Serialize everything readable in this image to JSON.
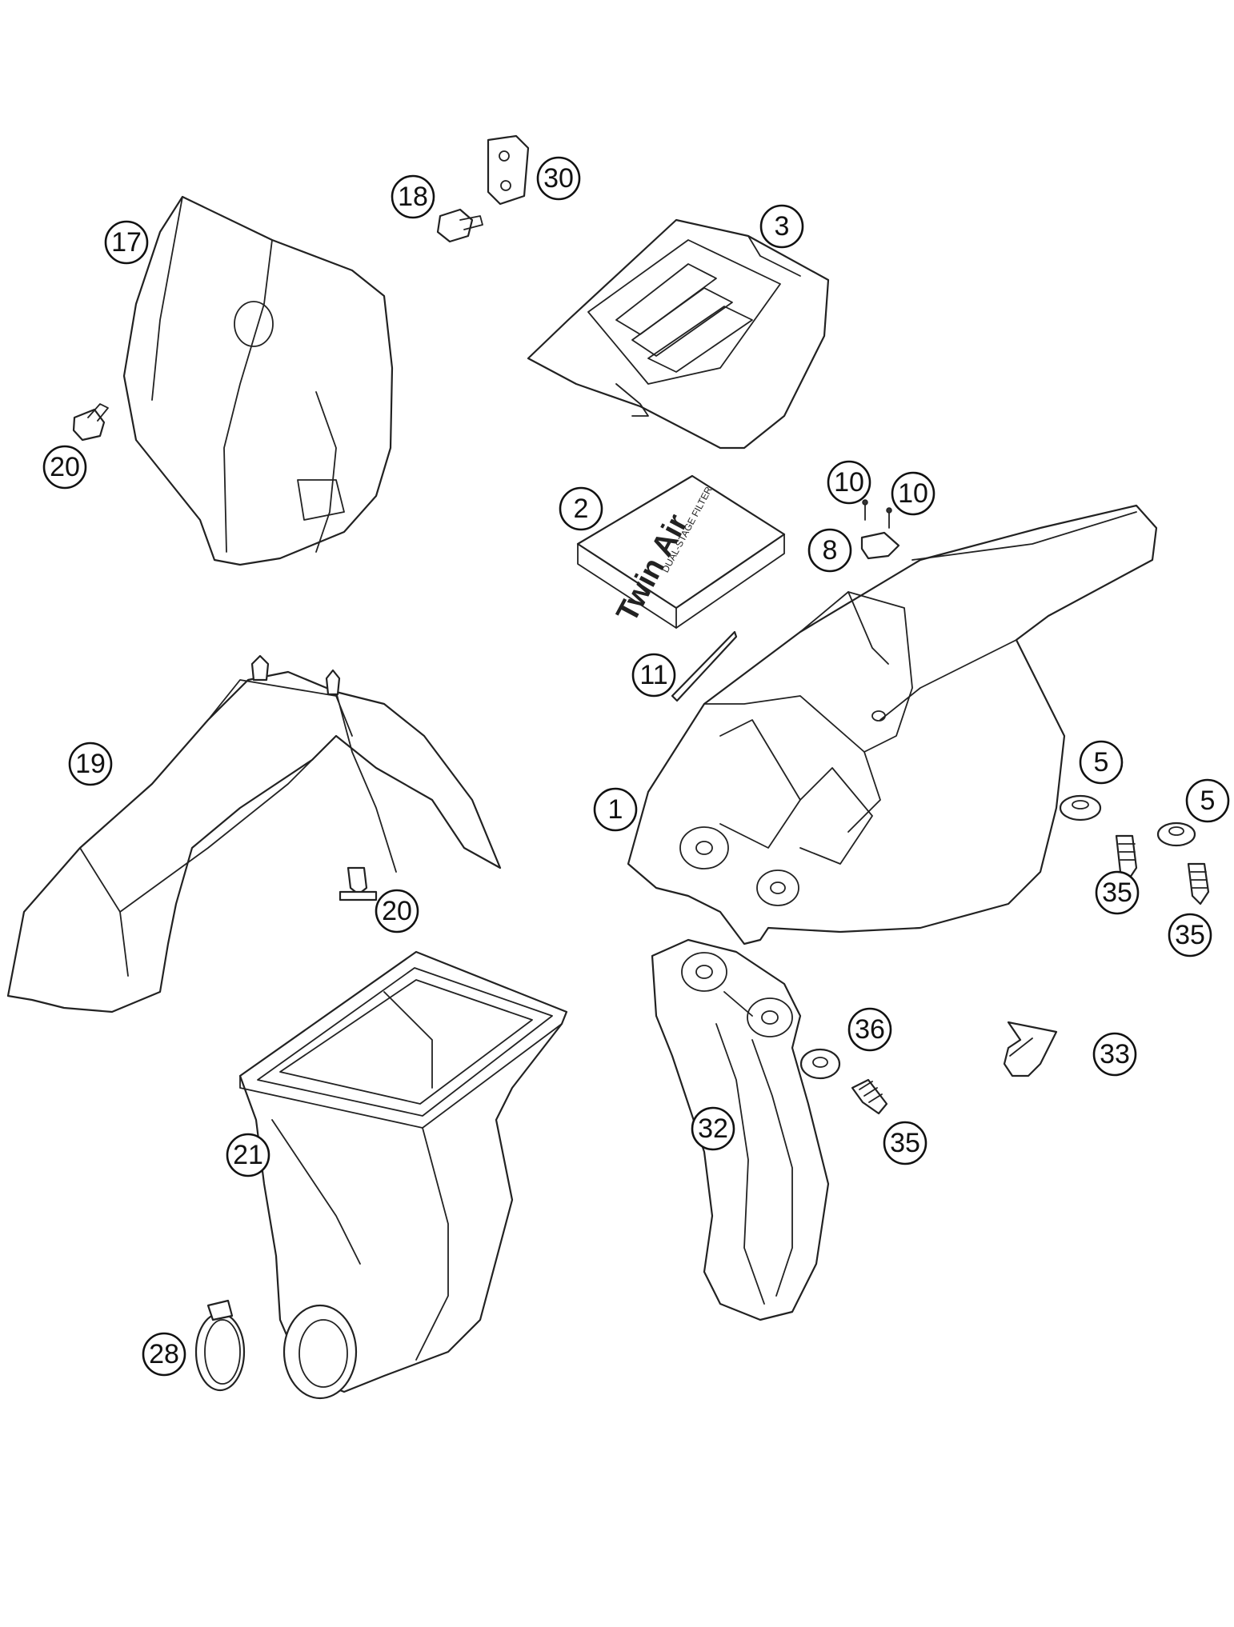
{
  "diagram": {
    "callouts": [
      "17",
      "18",
      "30",
      "3",
      "20",
      "2",
      "10",
      "10",
      "8",
      "11",
      "19",
      "1",
      "5",
      "5",
      "35",
      "35",
      "20",
      "36",
      "33",
      "21",
      "32",
      "35",
      "28"
    ],
    "filter_brand": "Twin Air",
    "filter_subtitle": "DUAL-STAGE FILTER"
  }
}
